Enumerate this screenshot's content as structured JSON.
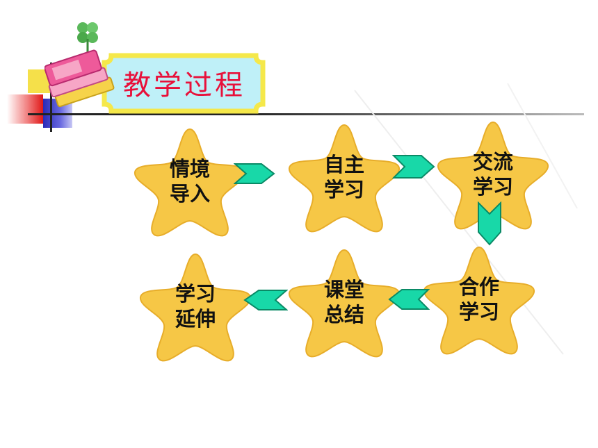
{
  "title": "教学过程",
  "steps": [
    {
      "label": "情境\n导入"
    },
    {
      "label": "自主\n学习"
    },
    {
      "label": "交流\n学习"
    },
    {
      "label": "合作\n学习"
    },
    {
      "label": "课堂\n总结"
    },
    {
      "label": "学习\n延伸"
    }
  ],
  "colors": {
    "title": "#e8103a",
    "banner_fill": "#bff0f8",
    "banner_border": "#f5e84a",
    "star_fill": "#f6c746",
    "arrow_fill": "#18d8a8"
  }
}
